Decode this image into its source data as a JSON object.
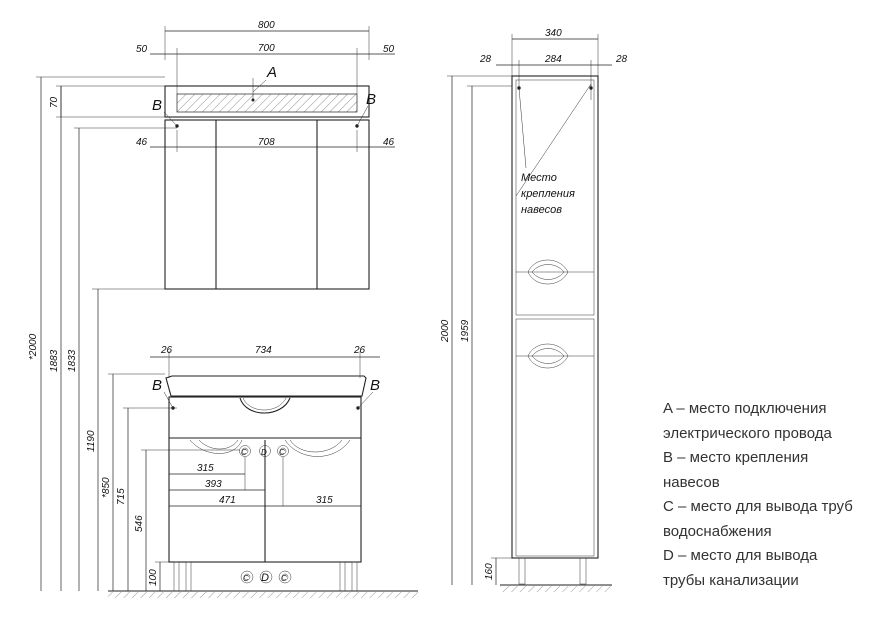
{
  "dimensions": {
    "mirror_width": "800",
    "mirror_side_left": "50",
    "mirror_inner": "700",
    "mirror_side_right": "50",
    "mirror_door_left": "46",
    "mirror_door_mid": "708",
    "mirror_door_right": "46",
    "cab_left": "26",
    "cab_mid": "734",
    "cab_right": "26",
    "h2000": "*2000",
    "h1883": "1883",
    "h1833": "1833",
    "h1190": "1190",
    "h850": "*850",
    "h715": "715",
    "h546": "546",
    "h100": "100",
    "h70": "70",
    "c315": "315",
    "c393": "393",
    "c471": "471",
    "c315b": "315",
    "col_width": "340",
    "col_left": "28",
    "col_inner": "284",
    "col_right": "28",
    "col_2000": "2000",
    "col_1959": "1959",
    "col_160": "160"
  },
  "labels": {
    "a": "A",
    "b": "B",
    "c": "C",
    "d": "D",
    "mount_note": [
      "Место",
      "крепления",
      "навесов"
    ]
  },
  "legend": [
    "A – место подключения",
    "электрического провода",
    "B – место крепления",
    "навесов",
    "C – место для вывода труб",
    "водоснабжения",
    "D – место для вывода",
    "трубы канализации"
  ]
}
